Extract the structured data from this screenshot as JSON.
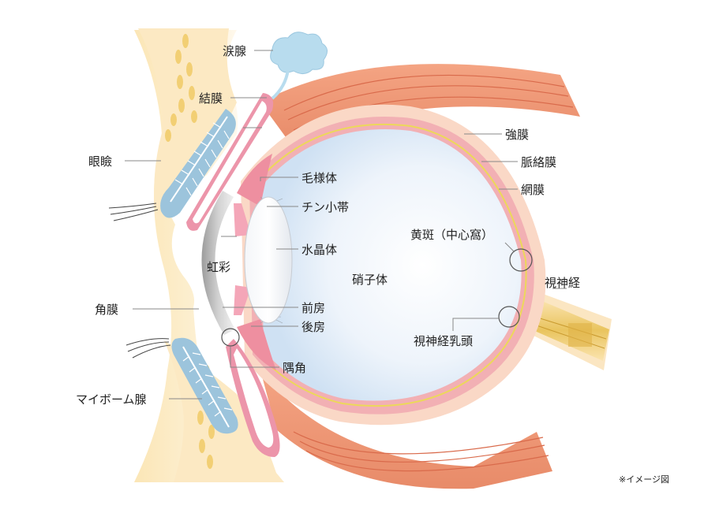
{
  "labels": {
    "lacrimal_gland": "涙腺",
    "conjunctiva": "結膜",
    "eyelid": "眼瞼",
    "ciliary_body": "毛様体",
    "zonule": "チン小帯",
    "lens": "水晶体",
    "iris": "虹彩",
    "cornea": "角膜",
    "anterior_chamber": "前房",
    "posterior_chamber": "後房",
    "angle": "隅角",
    "meibomian_gland": "マイボーム腺",
    "sclera": "強膜",
    "choroid": "脈絡膜",
    "retina": "網膜",
    "macula": "黄斑（中心窩）",
    "vitreous": "硝子体",
    "optic_nerve": "視神経",
    "optic_disc": "視神経乳頭"
  },
  "note": "※イメージ図"
}
